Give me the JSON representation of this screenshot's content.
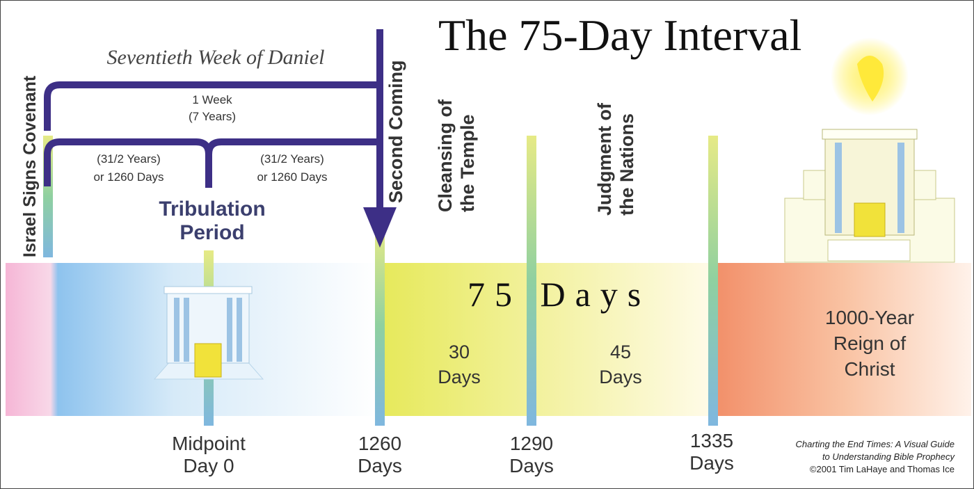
{
  "title": "The 75-Day Interval",
  "subtitle": "Seventieth Week of Daniel",
  "spans": {
    "week": [
      "1 Week",
      "(7 Years)"
    ],
    "half_left": [
      "(31/2 Years)",
      "or 1260 Days"
    ],
    "half_right": [
      "(31/2 Years)",
      "or 1260 Days"
    ]
  },
  "period": [
    "Tribulation",
    "Period"
  ],
  "events": {
    "covenant": "Israel Signs Covenant",
    "second_coming": "Second Coming",
    "cleansing": [
      "Cleansing of",
      "the Temple"
    ],
    "judgment": [
      "Judgment of",
      "the Nations"
    ]
  },
  "interval_label": "75 Days",
  "segments": {
    "first": [
      "30",
      "Days"
    ],
    "second": [
      "45",
      "Days"
    ]
  },
  "reign": [
    "1000-Year",
    "Reign of",
    "Christ"
  ],
  "ticks": {
    "midpoint": [
      "Midpoint",
      "Day 0"
    ],
    "d1260": [
      "1260",
      "Days"
    ],
    "d1290": [
      "1290",
      "Days"
    ],
    "d1335": [
      "1335",
      "Days"
    ]
  },
  "credit": [
    "Charting the End Times: A Visual Guide",
    "to Understanding Bible Prophecy",
    "©2001 Tim LaHaye and Thomas Ice"
  ],
  "colors": {
    "bracket": "#3d2f86",
    "marker": "#7fb7df",
    "marker_top": "#dfe98a",
    "tribulation_band": "#8fc2ee",
    "interval_band": "#e8ea5a",
    "reign_band": "#f29a6a"
  }
}
